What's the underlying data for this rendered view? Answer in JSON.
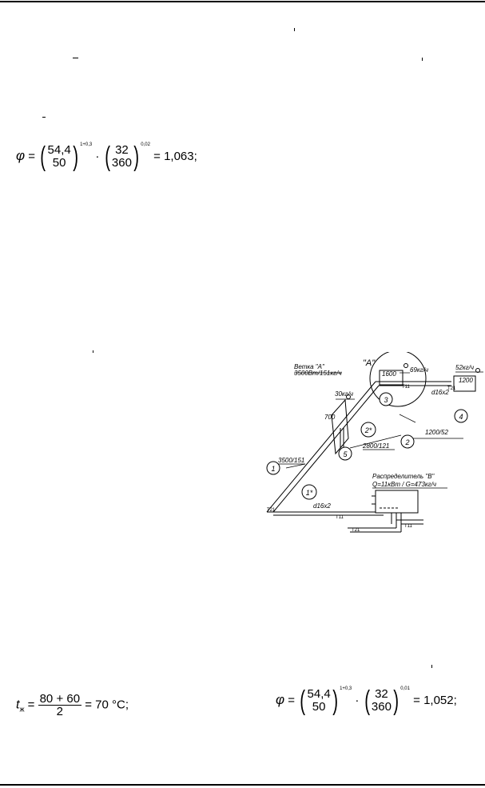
{
  "formula_top": {
    "phi": "φ",
    "eq": "=",
    "base1_top": "54,4",
    "base1_bottom": "50",
    "exp1": "1+0,3",
    "dot": "·",
    "base2_top": "32",
    "base2_bottom": "360",
    "exp2": "0,02",
    "result": "= 1,063;"
  },
  "formula_tz": {
    "t": "t",
    "sub": "ж",
    "eq": "=",
    "numerator": "80 + 60",
    "denominator": "2",
    "result": "= 70 °C;"
  },
  "formula_bottom": {
    "phi": "φ",
    "eq": "=",
    "base1_top": "54,4",
    "base1_bottom": "50",
    "exp1": "1+0,3",
    "dot": "·",
    "base2_top": "32",
    "base2_bottom": "360",
    "exp2": "0,01",
    "result": "= 1,052;"
  },
  "diagram": {
    "branch_title": "Ветка \"А\"",
    "branch_load": "3500Вт/151кг/ч",
    "node_a": "\"А\"",
    "flow_69": "69кг/ч",
    "flow_52": "52кг/ч",
    "rad_1600": "1600",
    "rad_1200": "1200",
    "flow_30": "30кг/ч",
    "rad_700": "700",
    "pipe_d16_1": "d16x2",
    "t21_a": "Т21",
    "t11_a": "Т11",
    "seg_1200_52": "1200/52",
    "seg_2800_121": "2800/121",
    "seg_3500_151": "3500/151",
    "dist_title": "Распределитель \"В\"",
    "dist_load": "Q=11кВт / G=473кг/ч",
    "pipe_d16_2": "d16x2",
    "t21_b": "Т21",
    "t11_b": "Т11",
    "t21_c": "Т21",
    "t11_c": "Т11",
    "n1": "1",
    "n1s": "1*",
    "n2": "2",
    "n2s": "2*",
    "n3": "3",
    "n4": "4",
    "n5": "5"
  }
}
